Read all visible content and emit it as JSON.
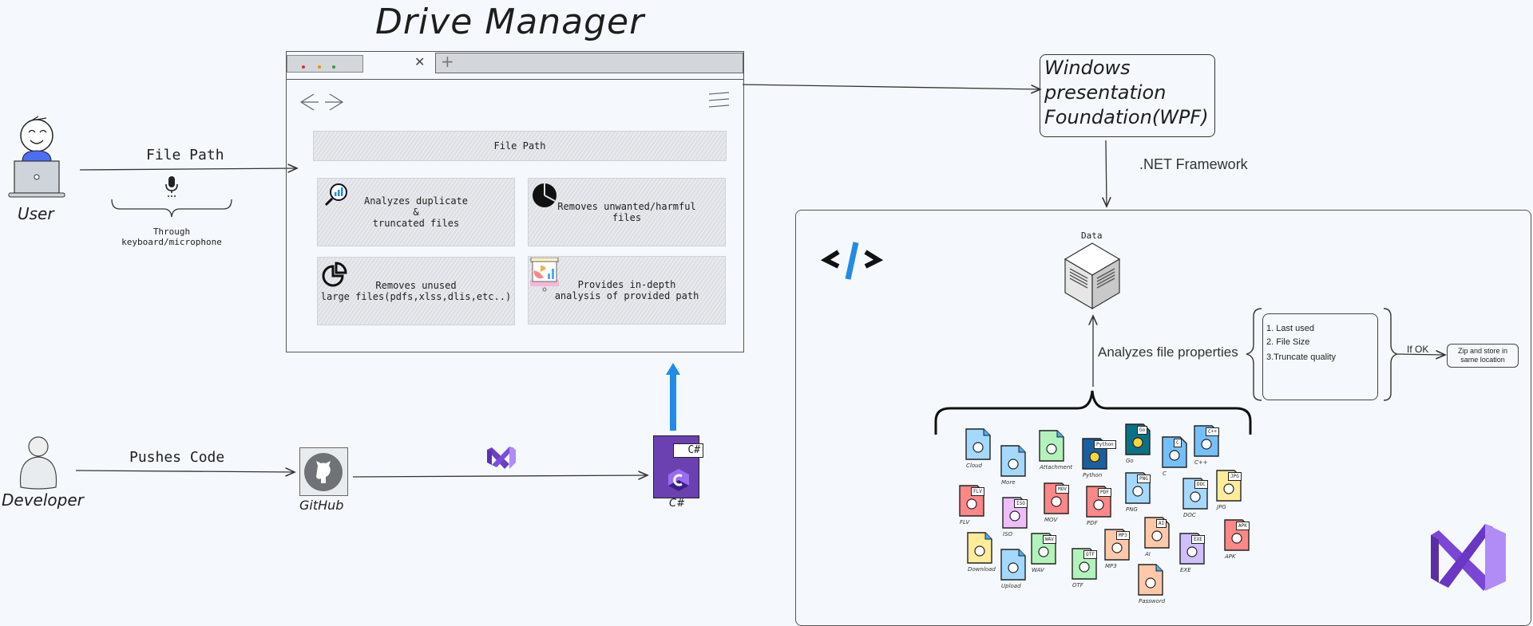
{
  "title": "Drive Manager",
  "actors": {
    "user": "User",
    "developer": "Developer"
  },
  "edges": {
    "file_path": "File Path",
    "input_method": "Through\nkeyboard/microphone",
    "pushes_code": "Pushes Code",
    "net_framework": ".NET Framework",
    "analyzes_props": "Analyzes file properties",
    "if_ok": "If OK"
  },
  "browser": {
    "file_path_field": "File Path",
    "features": [
      {
        "icon": "magnifier-chart-icon",
        "text": "Analyzes duplicate\n&\ntruncated files"
      },
      {
        "icon": "pie-chart-icon",
        "text": "Removes unwanted/harmful\nfiles"
      },
      {
        "icon": "pie-slice-icon",
        "text": "Removes unused\nlarge files(pdfs,xlss,dlis,etc..)"
      },
      {
        "icon": "presentation-board-icon",
        "text": "Provides in-depth\nanalysis of provided path"
      }
    ],
    "traffic_colors": [
      "#e03131",
      "#f08c00",
      "#2f9e44"
    ]
  },
  "nodes": {
    "github": "GitHub",
    "csharp": "C#",
    "csharp_badge": "C#",
    "wpf": "Windows\npresentation\nFoundation(WPF)",
    "data": "Data",
    "zip": "Zip and store in\nsame location"
  },
  "properties": [
    "1. Last used",
    "2. File Size",
    "3.Truncate quality"
  ],
  "file_types": [
    {
      "label": "Cloud",
      "badge": "",
      "color": "#a5d8ff"
    },
    {
      "label": "More",
      "badge": "",
      "color": "#a5d8ff"
    },
    {
      "label": "Attachment",
      "badge": "",
      "color": "#b2f2bb"
    },
    {
      "label": "Python",
      "badge": "Python",
      "color": "#1c5fa0"
    },
    {
      "label": "Go",
      "badge": "Go",
      "color": "#0b7285"
    },
    {
      "label": "C",
      "badge": "C",
      "color": "#74c0fc"
    },
    {
      "label": "C++",
      "badge": "C++",
      "color": "#74c0fc"
    },
    {
      "label": "FLV",
      "badge": "FLV",
      "color": "#ff8787"
    },
    {
      "label": "ISO",
      "badge": "ISO",
      "color": "#eebefa"
    },
    {
      "label": "MOV",
      "badge": "MOV",
      "color": "#ff8787"
    },
    {
      "label": "PDF",
      "badge": "PDF",
      "color": "#ff8787"
    },
    {
      "label": "PNG",
      "badge": "PNG",
      "color": "#a5d8ff"
    },
    {
      "label": "DOC",
      "badge": "DOC",
      "color": "#a5d8ff"
    },
    {
      "label": "JPG",
      "badge": "JPG",
      "color": "#ffec99"
    },
    {
      "label": "Download",
      "badge": "",
      "color": "#ffec99"
    },
    {
      "label": "Upload",
      "badge": "",
      "color": "#a5d8ff"
    },
    {
      "label": "WAV",
      "badge": "WAV",
      "color": "#b2f2bb"
    },
    {
      "label": "OTF",
      "badge": "OTF",
      "color": "#b2f2bb"
    },
    {
      "label": "MP3",
      "badge": "MP3",
      "color": "#ffc9a9"
    },
    {
      "label": "AI",
      "badge": "AI",
      "color": "#ffc9a9"
    },
    {
      "label": "EXE",
      "badge": "EXE",
      "color": "#d0bfff"
    },
    {
      "label": "APK",
      "badge": "APK",
      "color": "#ff8787"
    },
    {
      "label": "Password",
      "badge": "",
      "color": "#ffc9a9"
    }
  ],
  "colors": {
    "vs_purple": "#7b3fd1",
    "vs_light": "#b18cf7",
    "csharp_purple": "#6b40b0",
    "arrow_blue": "#228be6",
    "user_shirt": "#4c6ef5"
  }
}
